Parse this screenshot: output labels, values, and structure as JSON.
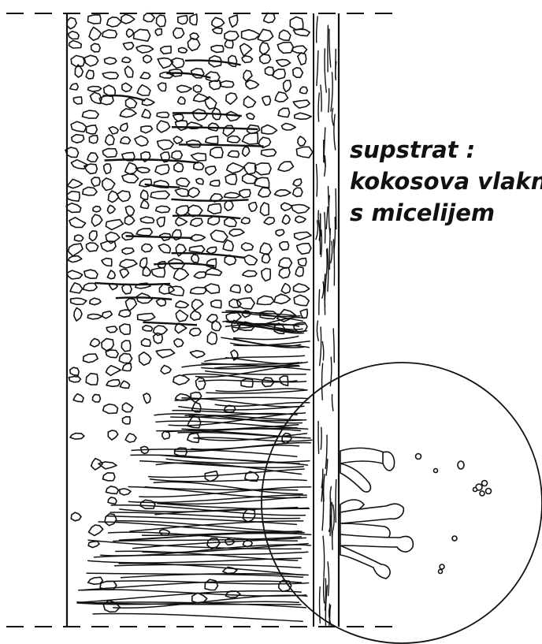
{
  "label": {
    "line1": "supstrat :",
    "line2": "kokosova vlakna",
    "line3": "s micelijem"
  },
  "colors": {
    "ink": "#111111",
    "background": "#ffffff"
  }
}
